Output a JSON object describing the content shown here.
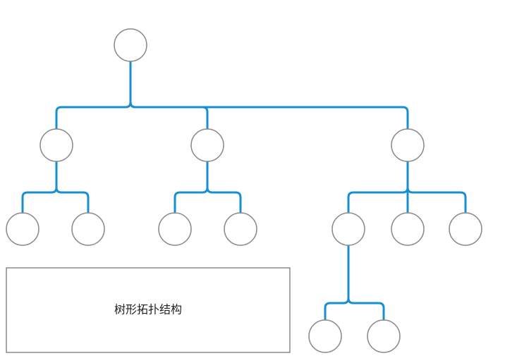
{
  "diagram": {
    "caption": "树形拓扑结构",
    "colors": {
      "edge": "#1a8fd0",
      "node_stroke": "#8a8a8a",
      "node_fill": "#ffffff",
      "box_stroke": "#6f6f6f",
      "text": "#222222"
    },
    "nodes": [
      {
        "id": "root"
      },
      {
        "id": "level1-left"
      },
      {
        "id": "level1-middle"
      },
      {
        "id": "level1-right"
      },
      {
        "id": "leaf-left-1"
      },
      {
        "id": "leaf-left-2"
      },
      {
        "id": "leaf-middle-1"
      },
      {
        "id": "leaf-middle-2"
      },
      {
        "id": "level2-right-1"
      },
      {
        "id": "leaf-right-2"
      },
      {
        "id": "leaf-right-3"
      },
      {
        "id": "leaf-deep-1"
      },
      {
        "id": "leaf-deep-2"
      }
    ],
    "edges": [
      {
        "from": "root",
        "to": "level1-left"
      },
      {
        "from": "root",
        "to": "level1-middle"
      },
      {
        "from": "root",
        "to": "level1-right"
      },
      {
        "from": "level1-left",
        "to": "leaf-left-1"
      },
      {
        "from": "level1-left",
        "to": "leaf-left-2"
      },
      {
        "from": "level1-middle",
        "to": "leaf-middle-1"
      },
      {
        "from": "level1-middle",
        "to": "leaf-middle-2"
      },
      {
        "from": "level1-right",
        "to": "level2-right-1"
      },
      {
        "from": "level1-right",
        "to": "leaf-right-2"
      },
      {
        "from": "level1-right",
        "to": "leaf-right-3"
      },
      {
        "from": "level2-right-1",
        "to": "leaf-deep-1"
      },
      {
        "from": "level2-right-1",
        "to": "leaf-deep-2"
      }
    ]
  }
}
